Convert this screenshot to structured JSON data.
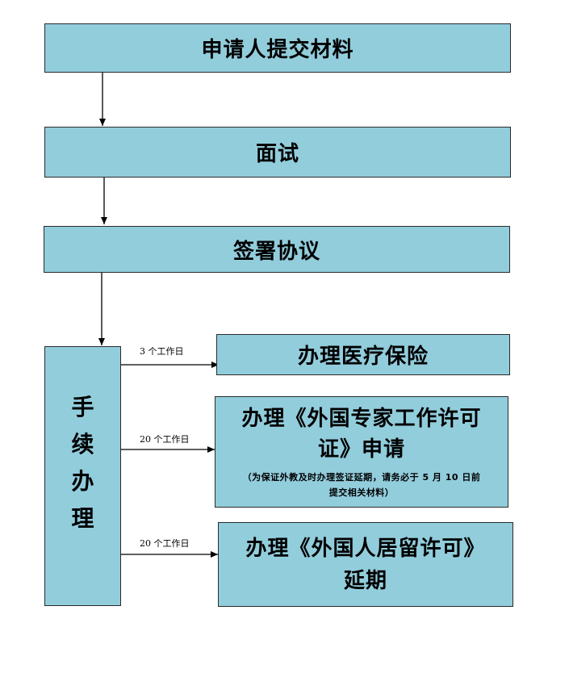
{
  "steps": {
    "submit": "申请人提交材料",
    "interview": "面试",
    "sign": "签署协议",
    "procedures": [
      "手",
      "续",
      "办",
      "理"
    ]
  },
  "branches": {
    "medical": {
      "label": "办理医疗保险",
      "duration": "3 个工作日"
    },
    "work_permit": {
      "label_line1": "办理《外国专家工作许可",
      "label_line2": "证》申请",
      "note_line1": "（为保证外教及时办理签证延期，请务必于 5 月 10 日前",
      "note_line2": "提交相关材料）",
      "duration": "20 个工作日"
    },
    "residence": {
      "label_line1": "办理《外国人居留许可》",
      "label_line2": "延期",
      "duration": "20 个工作日"
    }
  },
  "colors": {
    "box_fill": "#92cddc",
    "border": "#2b2b2b"
  }
}
